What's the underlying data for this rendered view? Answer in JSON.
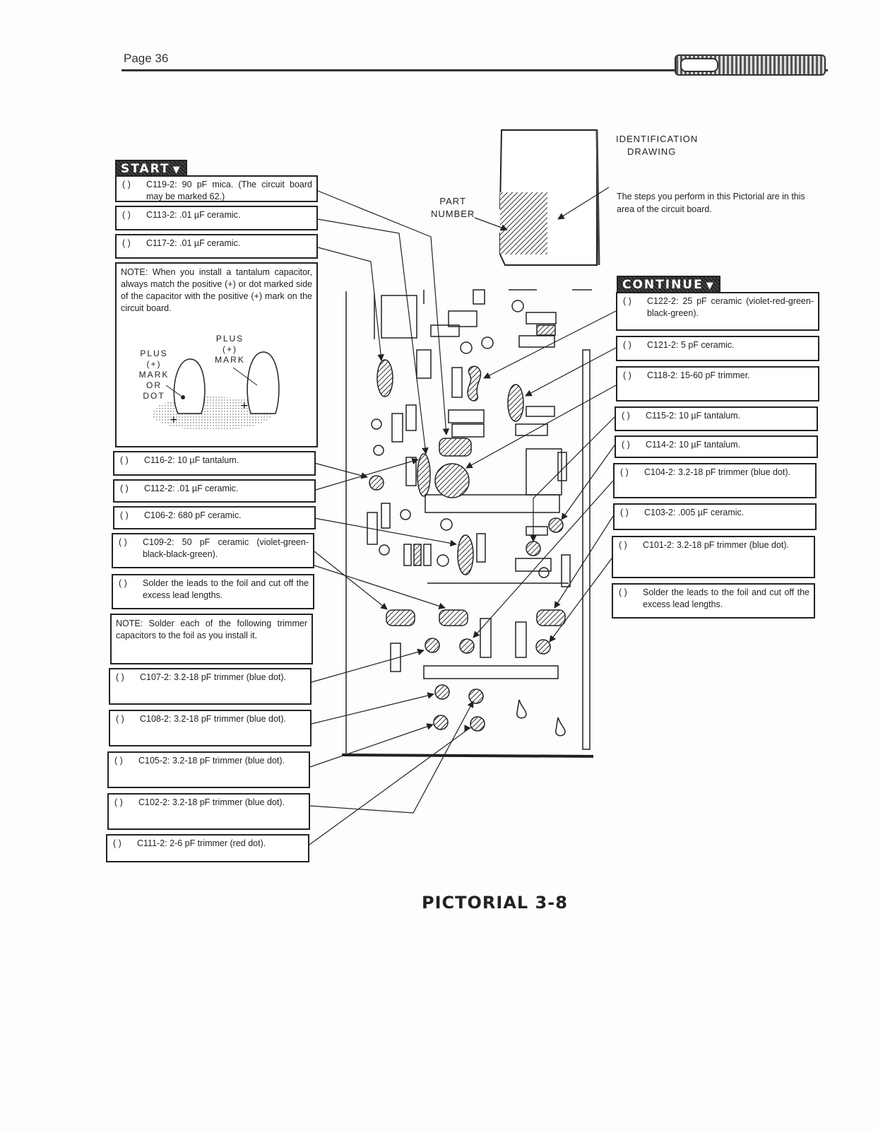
{
  "header": {
    "page_number": "Page 36"
  },
  "banners": {
    "start": "START",
    "continue": "CONTINUE"
  },
  "identification": {
    "label_line1": "IDENTIFICATION",
    "label_line2": "DRAWING",
    "description": "The steps you perform in this Pictorial are in this area of the circuit board.",
    "part_line1": "PART",
    "part_line2": "NUMBER"
  },
  "left_steps": [
    {
      "check": "(   )",
      "text": "C119-2: 90 pF mica. (The circuit board may be marked 62.)"
    },
    {
      "check": "(   )",
      "text": "C113-2: .01 µF ceramic."
    },
    {
      "check": "(   )",
      "text": "C117-2: .01 µF ceramic."
    }
  ],
  "tantalum_note": "NOTE: When you install a tantalum capacitor, always match the positive (+) or dot marked side of the capacitor with the positive (+) mark on the circuit board.",
  "tantalum_fig": {
    "left_l1": "PLUS",
    "left_l2": "(+)",
    "left_l3": "MARK",
    "left_l4": "OR DOT",
    "right_l1": "PLUS",
    "right_l2": "(+)",
    "right_l3": "MARK"
  },
  "left_steps_2": [
    {
      "check": "(   )",
      "text": "C116-2: 10 µF tantalum."
    },
    {
      "check": "(   )",
      "text": "C112-2: .01 µF ceramic."
    },
    {
      "check": "(   )",
      "text": "C106-2: 680 pF ceramic."
    },
    {
      "check": "(   )",
      "text": "C109-2: 50 pF ceramic (violet-green-black-black-green)."
    },
    {
      "check": "(   )",
      "text": "Solder the leads to the foil and cut off the excess lead lengths."
    }
  ],
  "trimmer_note": "NOTE: Solder each of the following trimmer capacitors to the foil as you install it.",
  "left_steps_3": [
    {
      "check": "(   )",
      "text": "C107-2: 3.2-18 pF trimmer (blue dot)."
    },
    {
      "check": "(   )",
      "text": "C108-2: 3.2-18 pF trimmer (blue dot)."
    },
    {
      "check": "(   )",
      "text": "C105-2: 3.2-18 pF trimmer (blue dot)."
    },
    {
      "check": "(   )",
      "text": "C102-2: 3.2-18 pF trimmer (blue dot)."
    },
    {
      "check": "(   )",
      "text": "C111-2: 2-6 pF trimmer (red dot)."
    }
  ],
  "right_steps": [
    {
      "check": "(   )",
      "text": "C122-2: 25 pF ceramic (violet-red-green-black-green)."
    },
    {
      "check": "(   )",
      "text": "C121-2: 5 pF ceramic."
    },
    {
      "check": "(   )",
      "text": "C118-2: 15-60 pF trimmer."
    },
    {
      "check": "(   )",
      "text": "C115-2: 10 µF tantalum."
    },
    {
      "check": "(   )",
      "text": "C114-2: 10 µF tantalum."
    },
    {
      "check": "(   )",
      "text": "C104-2: 3.2-18 pF trimmer (blue dot)."
    },
    {
      "check": "(   )",
      "text": "C103-2: .005 µF ceramic."
    },
    {
      "check": "(   )",
      "text": "C101-2: 3.2-18 pF trimmer (blue dot)."
    },
    {
      "check": "(   )",
      "text": "Solder the leads to the foil and cut off the excess lead lengths."
    }
  ],
  "caption": "PICTORIAL 3-8"
}
